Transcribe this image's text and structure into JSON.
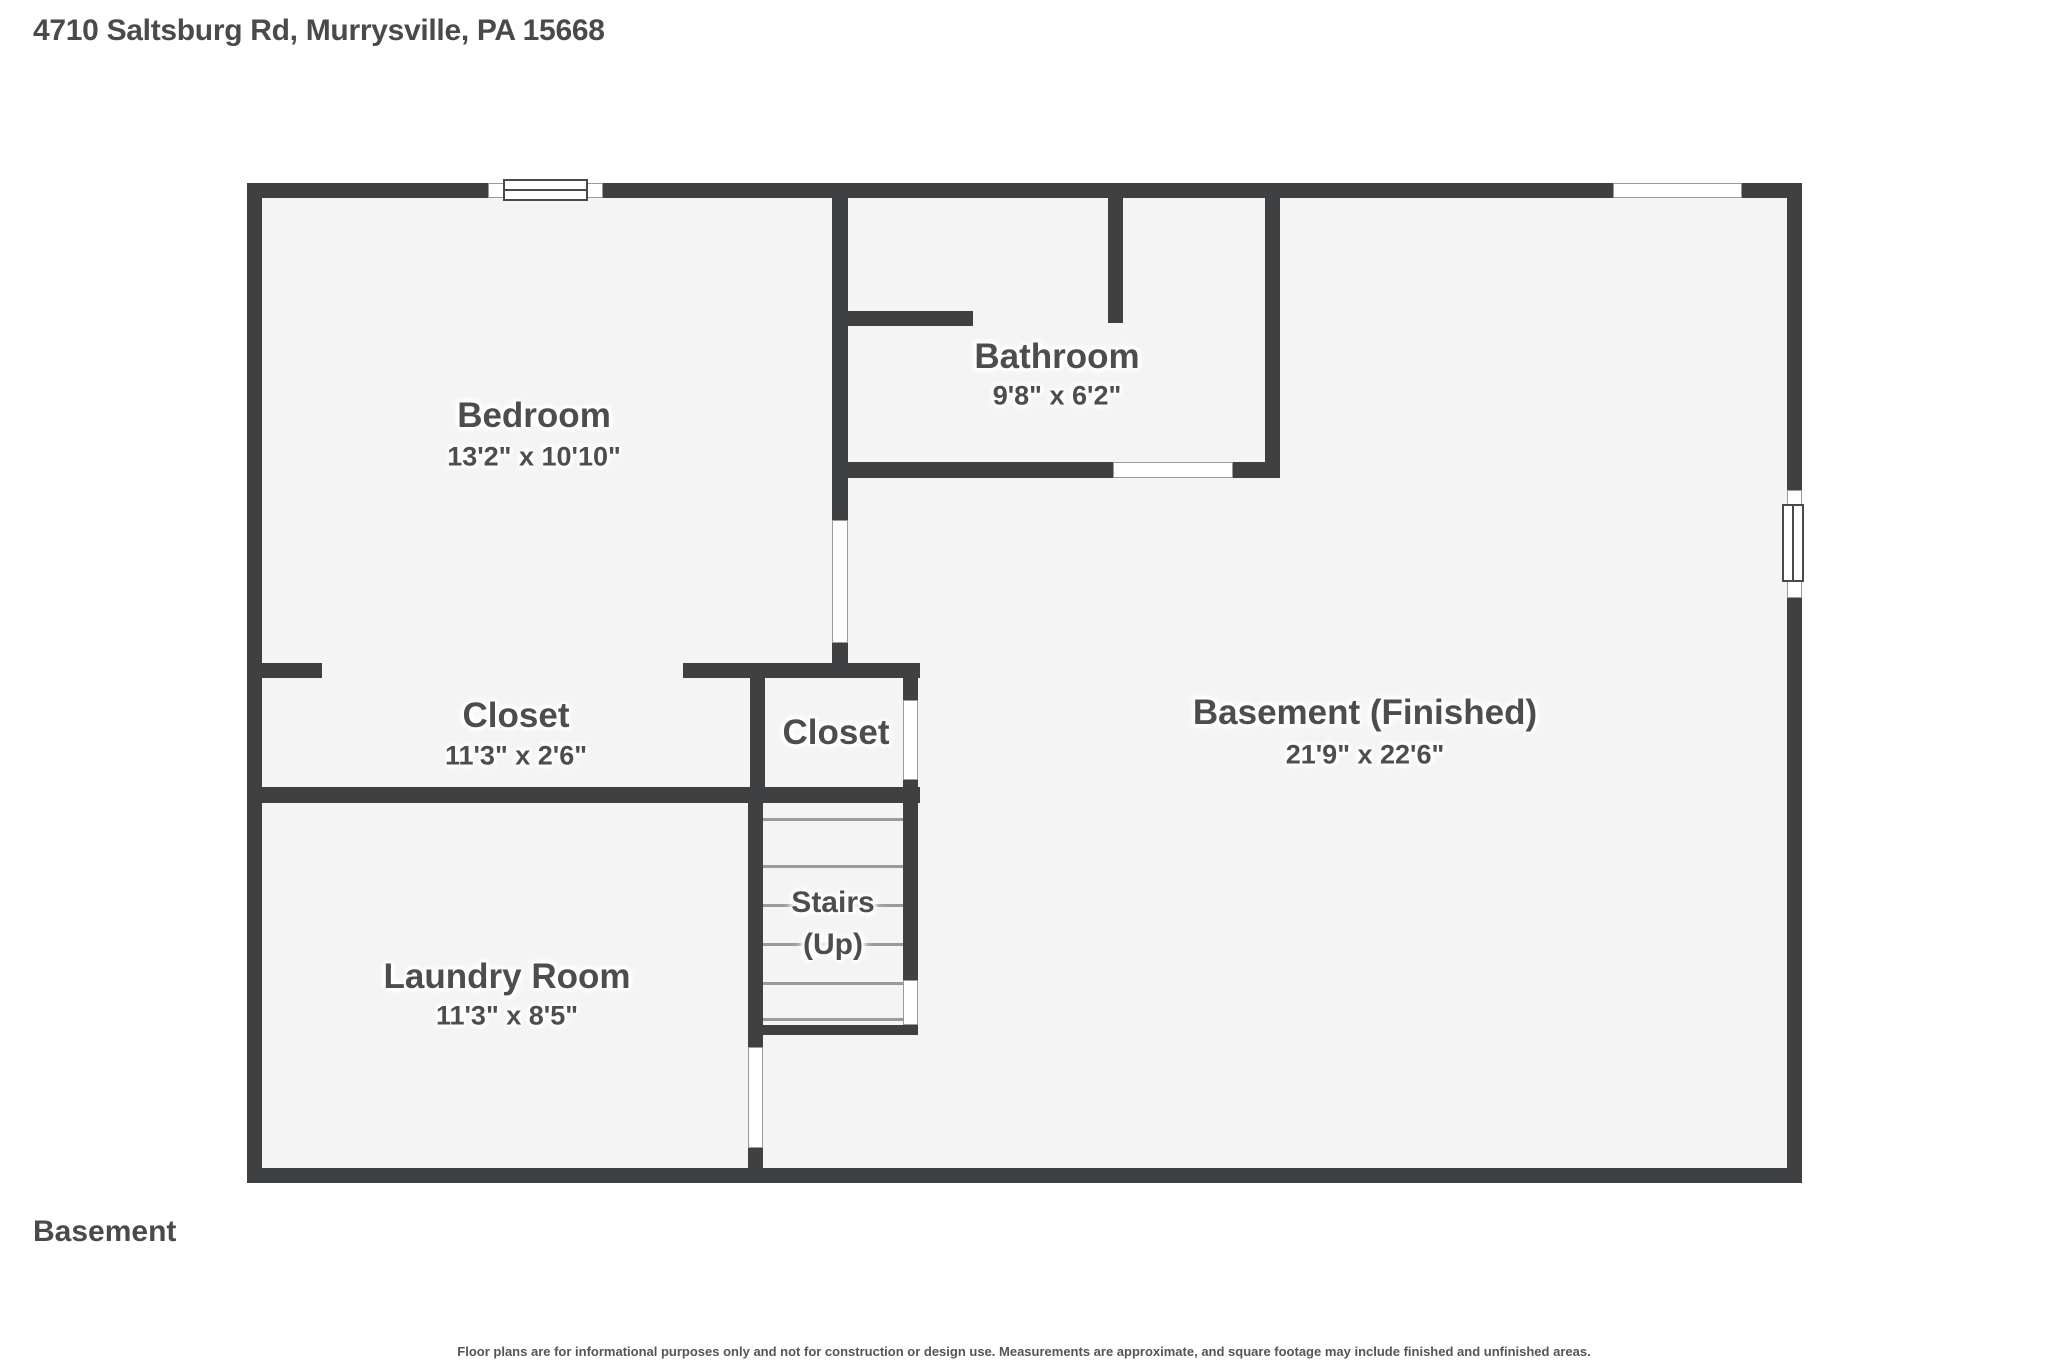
{
  "header": {
    "address": "4710 Saltsburg Rd, Murrysville, PA 15668"
  },
  "rooms": [
    {
      "name": "Bedroom",
      "dims": "13'2\" x 10'10\""
    },
    {
      "name": "Bathroom",
      "dims": "9'8\" x 6'2\""
    },
    {
      "name": "Basement (Finished)",
      "dims": "21'9\" x 22'6\""
    },
    {
      "name": "Closet",
      "dims": "11'3\" x 2'6\""
    },
    {
      "name": "Closet",
      "dims": ""
    },
    {
      "name": "Laundry Room",
      "dims": "11'3\" x 8'5\""
    },
    {
      "name": "Stairs",
      "dims": "(Up)"
    }
  ],
  "footer": {
    "floor_label": "Basement",
    "disclaimer": "Floor plans are for informational purposes only and not for construction or design use. Measurements are approximate, and square footage may include finished and unfinished areas."
  },
  "colors": {
    "wall": "#3e4042",
    "room_fill": "#f4f4f4",
    "label_text": "#4d4d4d",
    "opening_outline": "#9a9a9a",
    "step_line": "#9b9b9b"
  }
}
